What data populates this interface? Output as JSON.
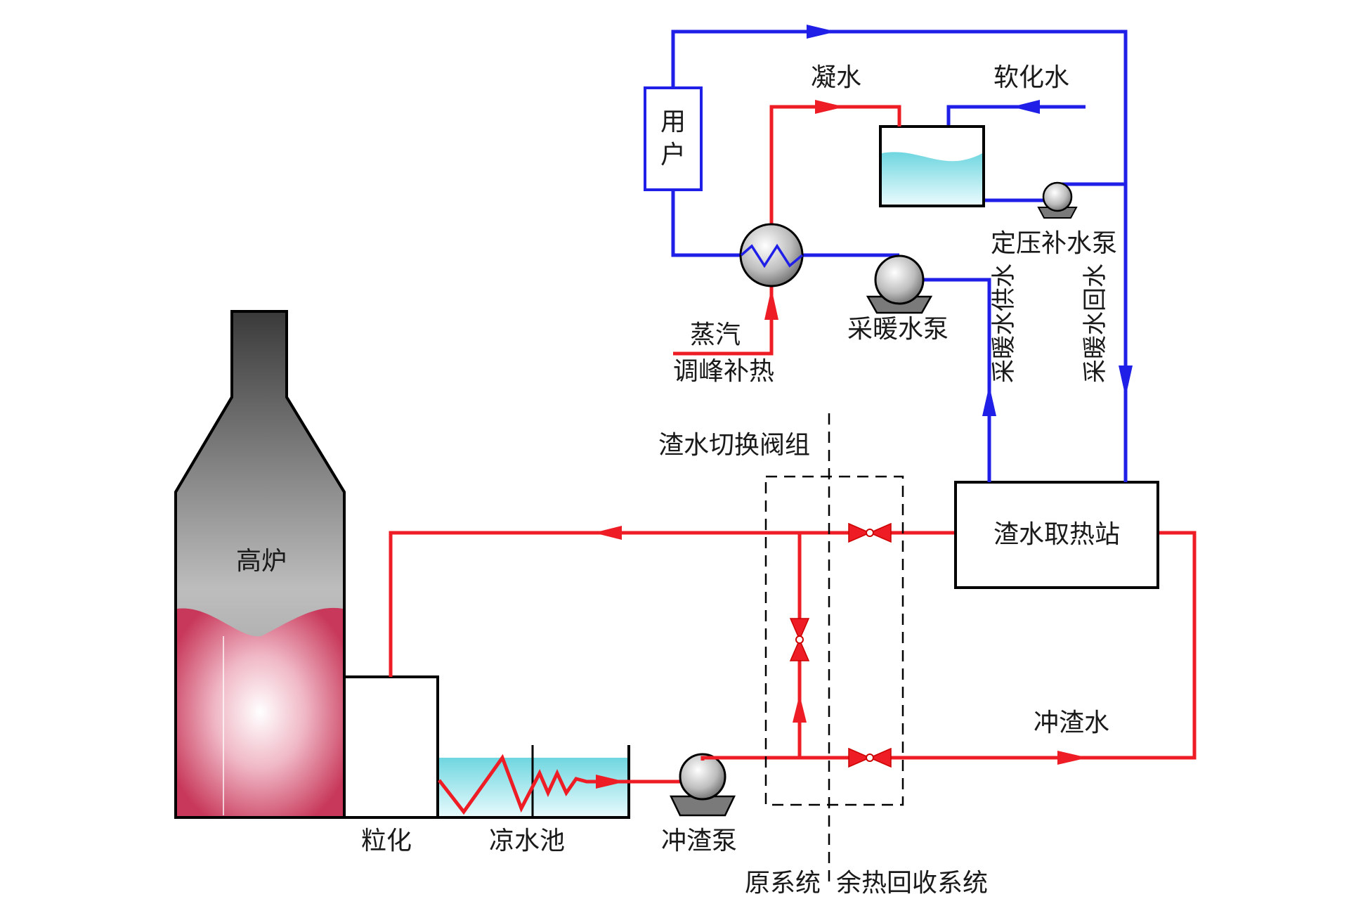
{
  "colors": {
    "hot_water_pipe": "#ee1c25",
    "heating_water_pipe": "#1f1fe8",
    "water_fill": "#7fe0e8",
    "furnace_gray": "#6d6d6d",
    "slag_red": "#c8385a"
  },
  "labels": {
    "furnace": "高炉",
    "granulation": "粒化",
    "cooling_pool": "凉水池",
    "flush_pump": "冲渣泵",
    "old_system": "原系统",
    "heat_recovery_system": "余热回收系统",
    "valve_group": "渣水切换阀组",
    "heat_station": "渣水取热站",
    "flush_water": "冲渣水",
    "supply_water": "采暖水供水",
    "return_water": "采暖水回水",
    "heating_pump": "采暖水泵",
    "steam": "蒸汽",
    "peak_heat": "调峰补热",
    "user_line1": "用",
    "user_line2": "户",
    "condensate": "凝水",
    "softened_water": "软化水",
    "makeup_pump": "定压补水泵"
  }
}
